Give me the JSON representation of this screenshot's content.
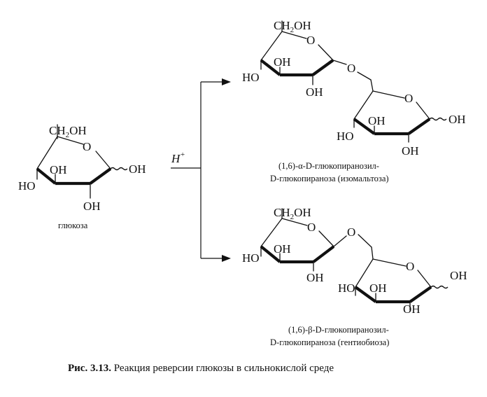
{
  "reactant": {
    "name": "глюкоза",
    "ch2oh": "CH",
    "ch2oh_sub": "2",
    "ch2oh_tail": "OH",
    "oh": "OH",
    "ho": "HO"
  },
  "catalyst": {
    "base": "H",
    "sup": "+"
  },
  "product1": {
    "ch2oh": "CH",
    "ch2oh_sub": "2",
    "ch2oh_tail": "OH",
    "oh": "OH",
    "ho": "HO",
    "o": "O",
    "name_line1": "(1,6)-α-D-глюкопиранозил-",
    "name_line2": "D-глюкопираноза (изомальтоза)"
  },
  "product2": {
    "ch2oh": "CH",
    "ch2oh_sub": "2",
    "ch2oh_tail": "OH",
    "oh": "OH",
    "ho": "HO",
    "o": "O",
    "name_line1": "(1,6)-β-D-глюкопиранозил-",
    "name_line2": "D-глюкопираноза (гентиобиоза)"
  },
  "caption": {
    "label": "Рис. 3.13.",
    "text": " Реакция реверсии глюкозы в сильнокислой среде"
  }
}
